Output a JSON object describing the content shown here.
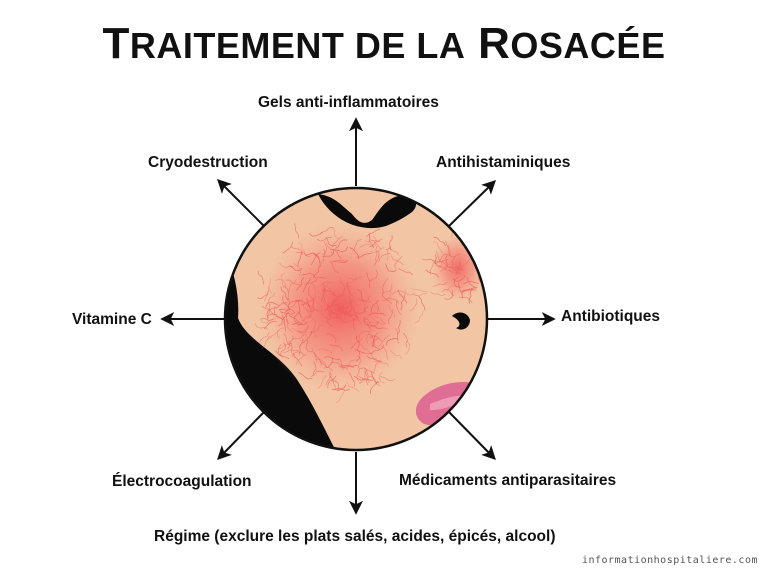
{
  "title": {
    "first": "T",
    "rest": "RAITEMENT DE LA",
    "first2": "R",
    "rest2": "OSACÉE"
  },
  "treatments": {
    "top": "Gels anti-inflammatoires",
    "top_left": "Cryodestruction",
    "top_right": "Antihistaminiques",
    "left": "Vitamine C",
    "right": "Antibiotiques",
    "bottom_left": "Électrocoagulation",
    "bottom_right": "Médicaments antiparasitaires",
    "bottom": "Régime (exclure les plats salés, acides, épicés, alcool)"
  },
  "watermark": "informationhospitaliere.com",
  "colors": {
    "skin": "#f2c6a4",
    "redness": "#f0595a",
    "hair": "#0a0a0a",
    "lips": "#e06d93",
    "arrow": "#111111"
  }
}
